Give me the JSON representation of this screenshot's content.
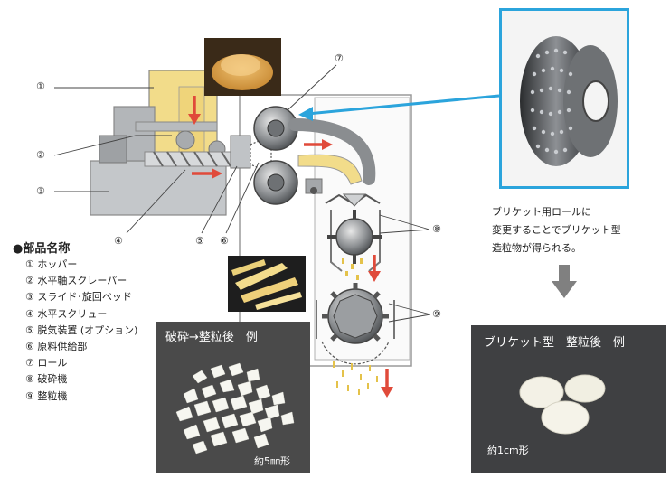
{
  "callouts": [
    "①",
    "②",
    "③",
    "④",
    "⑤",
    "⑥",
    "⑦",
    "⑧",
    "⑨"
  ],
  "parts_title": "●部品名称",
  "parts": [
    "① ホッパー",
    "② 水平軸スクレーパー",
    "③ スライド･旋回ベッド",
    "④ 水平スクリュー",
    "⑤ 脱気装置 (オプション)",
    "⑥ 原料供給部",
    "⑦ ロール",
    "⑧ 破砕機",
    "⑨ 整粒機"
  ],
  "note_lines": [
    "ブリケット用ロールに",
    "変更することでブリケット型",
    "造粒物が得られる。"
  ],
  "photo_crushed": {
    "caption": "破砕→整粒後　例",
    "size_note": "約5㎜形"
  },
  "photo_briquette": {
    "caption": "ブリケット型　整粒後　例",
    "size_note": "約1cm形"
  },
  "colors": {
    "hopper": "#f2dc8a",
    "machine": "#b9bcbf",
    "arrow": "#e04a3a",
    "highlight": "#2ba4dc",
    "panel": "#4a4a4a"
  }
}
